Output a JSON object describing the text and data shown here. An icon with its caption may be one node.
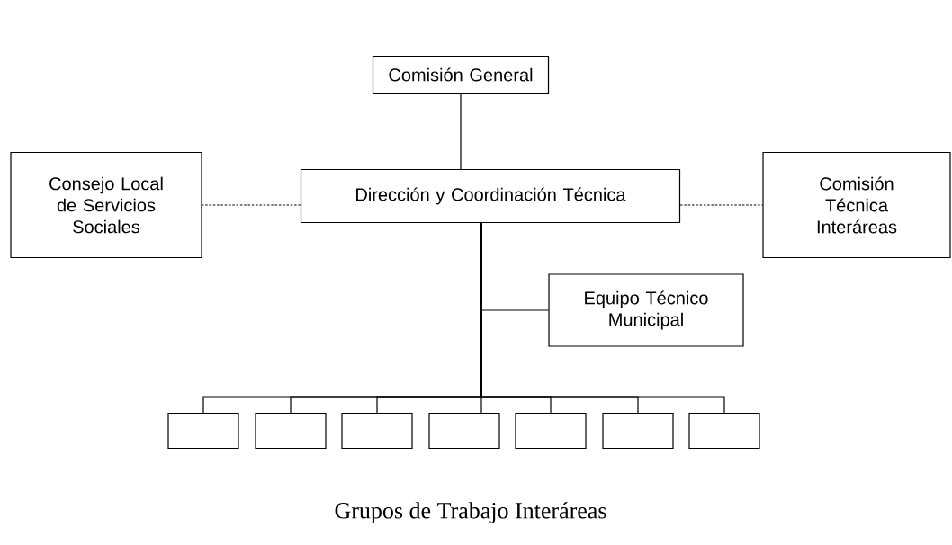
{
  "diagram": {
    "caption": "Grupos de Trabajo Interáreas",
    "nodes": [
      {
        "text": [
          "Comisión General"
        ]
      },
      {
        "text": [
          "Consejo Local de Servicios Sociales"
        ]
      },
      {
        "text": [
          "Dirección y Coordinación Técnica"
        ]
      },
      {
        "text": [
          "Comisión Técnica Interáreas"
        ]
      },
      {
        "text": [
          "Equipo Técnico Municipal"
        ]
      },
      {
        "text": [],
        "shape": "box"
      },
      {
        "text": [],
        "shape": "box"
      },
      {
        "text": [],
        "shape": "box"
      },
      {
        "text": [],
        "shape": "box"
      },
      {
        "text": [],
        "shape": "box"
      },
      {
        "text": [],
        "shape": "box"
      },
      {
        "text": [],
        "shape": "box"
      }
    ],
    "edges": [
      {
        "from": 0,
        "to": 2,
        "arrow": "none"
      },
      {
        "from": 2,
        "to": 1,
        "arrow": "none",
        "style": "dashed"
      },
      {
        "from": 2,
        "to": 3,
        "arrow": "none",
        "style": "dashed"
      },
      {
        "from": 2,
        "to": 4,
        "arrow": "none"
      },
      {
        "from": 2,
        "to": 5,
        "arrow": "none"
      },
      {
        "from": 2,
        "to": 6,
        "arrow": "none"
      },
      {
        "from": 2,
        "to": 7,
        "arrow": "none"
      },
      {
        "from": 2,
        "to": 8,
        "arrow": "none"
      },
      {
        "from": 2,
        "to": 9,
        "arrow": "none"
      },
      {
        "from": 2,
        "to": 10,
        "arrow": "none"
      },
      {
        "from": 2,
        "to": 11,
        "arrow": "none"
      }
    ]
  }
}
